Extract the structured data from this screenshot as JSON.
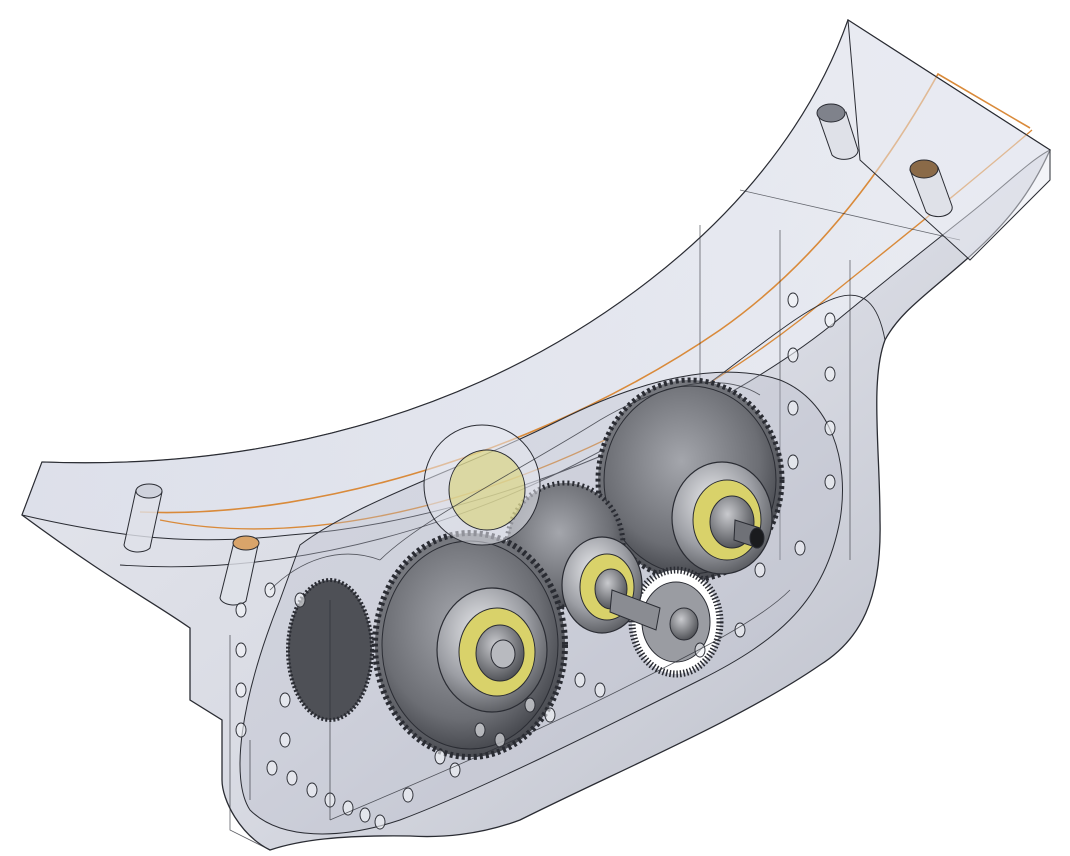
{
  "scene": {
    "kind": "cad-assembly-render",
    "render_mode": "transparent-shaded",
    "background_color": "#ffffff",
    "housing_color": "#c7cbd8",
    "edge_color": "#2a2c33",
    "highlight_edge_color": "#d98a3a",
    "gear_color": "#6c6e74",
    "bearing_cage_color": "#d9d26a",
    "shaft_color": "#8a8c92"
  },
  "components": [
    {
      "name": "curved-housing",
      "icon": "housing-body-icon"
    },
    {
      "name": "spur-gear-large-front",
      "teeth_visible": true
    },
    {
      "name": "spur-gear-large-rear",
      "teeth_visible": true
    },
    {
      "name": "spur-gear-small",
      "teeth_visible": true
    },
    {
      "name": "bevel-gear",
      "teeth_visible": true
    },
    {
      "name": "ball-bearing",
      "count": 4
    },
    {
      "name": "mounting-holes",
      "rows": 4
    }
  ]
}
